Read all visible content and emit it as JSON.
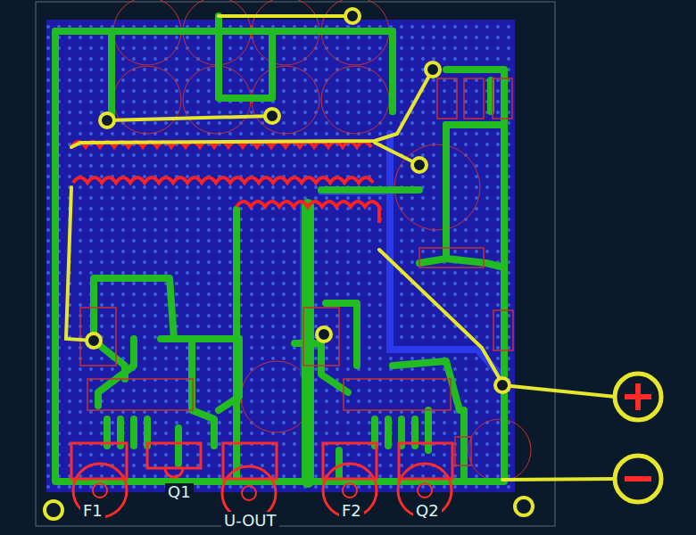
{
  "diagram": {
    "labels": [
      "F1",
      "Q1",
      "U-OUT",
      "F2",
      "Q2"
    ]
  }
}
